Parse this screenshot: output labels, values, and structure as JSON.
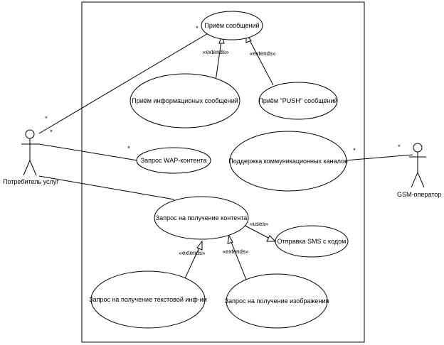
{
  "system_boundary": {},
  "actors": {
    "consumer": "Потребитель услуг",
    "operator": "GSM-оператор"
  },
  "use_cases": {
    "receive_messages": "Приём сообщений",
    "receive_info_messages": "Приём информационых сообщений",
    "receive_push_messages": "Приём \"PUSH\" сообщений",
    "wap_content_request": "Запрос WAP-контента",
    "comm_channels_support": "Поддержка коммуникационных каналов",
    "content_request": "Запрос на получение контента",
    "send_sms_with_code": "Отправка SMS с кодом",
    "text_info_request": "Запрос на получение текстовой инф-ии",
    "image_request": "Запрос на получение изображения"
  },
  "stereotypes": {
    "extends_info": "«extends»",
    "extends_push": "«extends»",
    "uses_sms": "«uses»",
    "extends_text": "«extends»",
    "extends_image": "«extends»"
  },
  "multiplicities": {
    "consumer_receive_left": "*",
    "consumer_receive_right": "*",
    "consumer_receive_mid": "*",
    "consumer_wap_near_use_case": "*",
    "operator_comm_near_use_case": "*",
    "operator_comm_near_actor": "*"
  }
}
